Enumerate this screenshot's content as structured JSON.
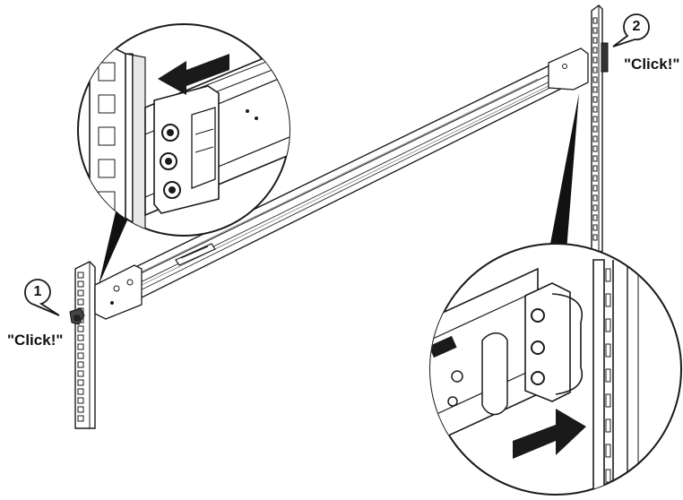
{
  "steps": [
    {
      "number": "1",
      "label": "\"Click!\""
    },
    {
      "number": "2",
      "label": "\"Click!\""
    }
  ],
  "colors": {
    "line": "#1a1a1a",
    "fill": "#ffffff",
    "shade": "#c8c8c8",
    "arrow": "#1a1a1a"
  }
}
